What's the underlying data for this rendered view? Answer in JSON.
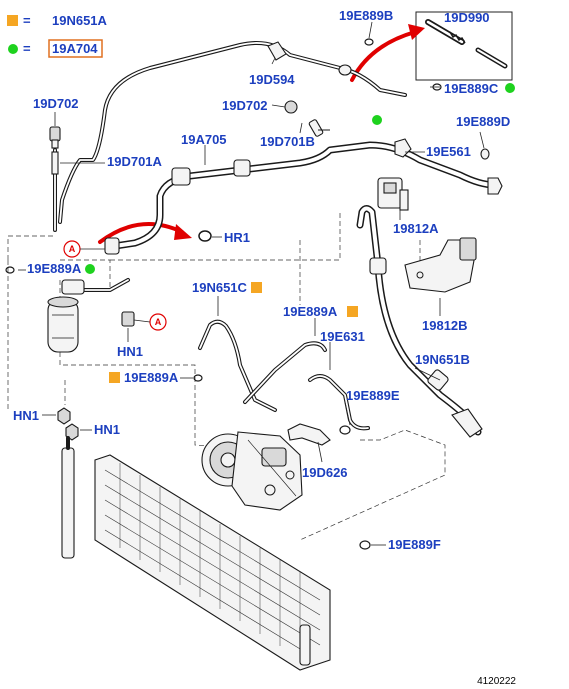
{
  "legend": {
    "orange_square_code": "19N651A",
    "green_dot_code": "19A704",
    "equals": "="
  },
  "labels": {
    "l_19E889B": "19E889B",
    "l_19D990": "19D990",
    "l_19D594": "19D594",
    "l_19E889C": "19E889C",
    "l_19D702_left": "19D702",
    "l_19D702_mid": "19D702",
    "l_19D701B": "19D701B",
    "l_19E889D": "19E889D",
    "l_19A705": "19A705",
    "l_19D701A": "19D701A",
    "l_19E561": "19E561",
    "l_19812A": "19812A",
    "l_HR1": "HR1",
    "l_19E889A_left": "19E889A",
    "l_19N651C": "19N651C",
    "l_19E889A_mid": "19E889A",
    "l_19812B": "19812B",
    "l_HN1_mid": "HN1",
    "l_19E631": "19E631",
    "l_19E889A_low": "19E889A",
    "l_19N651B": "19N651B",
    "l_19E889E": "19E889E",
    "l_HN1_left": "HN1",
    "l_HN1_right": "HN1",
    "l_19D626": "19D626",
    "l_19E889F": "19E889F"
  },
  "callouts": {
    "a_top": "A",
    "a_mid": "A"
  },
  "footer": {
    "illustration_number": "4120222"
  },
  "colors": {
    "label_blue": "#1c3fbf",
    "marker_orange": "#f5a623",
    "marker_green": "#1ed21e",
    "arrow_red": "#e00000",
    "highlight_box_orange": "#e07020",
    "line_dark": "#1a1a1a"
  },
  "icons": {
    "orange_marker": "square",
    "green_marker": "circle",
    "callout_marker": "circle-letter"
  }
}
